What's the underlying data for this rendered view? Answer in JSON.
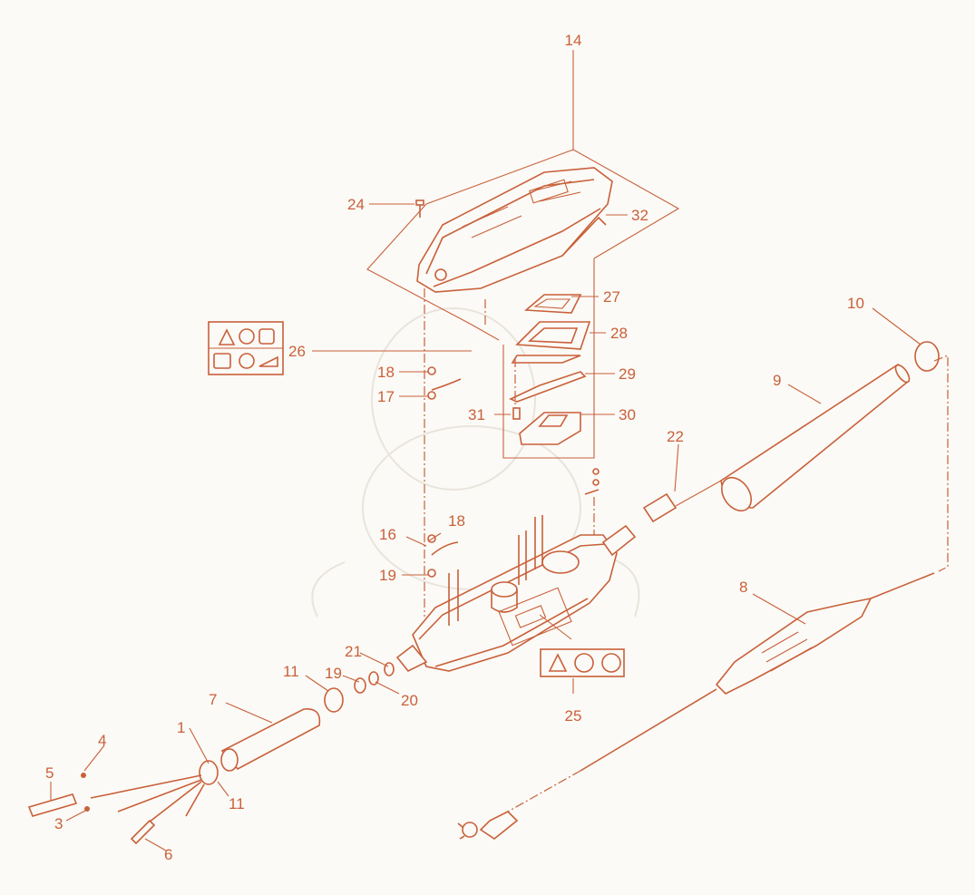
{
  "diagram": {
    "accent_color": "#c9603a",
    "background_color": "#fbfaf6",
    "callouts": [
      {
        "id": "c1",
        "text": "1"
      },
      {
        "id": "c3",
        "text": "3"
      },
      {
        "id": "c4",
        "text": "4"
      },
      {
        "id": "c5",
        "text": "5"
      },
      {
        "id": "c6",
        "text": "6"
      },
      {
        "id": "c7",
        "text": "7"
      },
      {
        "id": "c8",
        "text": "8"
      },
      {
        "id": "c9",
        "text": "9"
      },
      {
        "id": "c10",
        "text": "10"
      },
      {
        "id": "c11a",
        "text": "11"
      },
      {
        "id": "c11b",
        "text": "11"
      },
      {
        "id": "c14",
        "text": "14"
      },
      {
        "id": "c16",
        "text": "16"
      },
      {
        "id": "c17a",
        "text": "17"
      },
      {
        "id": "c17b",
        "text": "17"
      },
      {
        "id": "c18a",
        "text": "18"
      },
      {
        "id": "c18b",
        "text": "18"
      },
      {
        "id": "c19",
        "text": "19"
      },
      {
        "id": "c20",
        "text": "20"
      },
      {
        "id": "c21",
        "text": "21"
      },
      {
        "id": "c22",
        "text": "22"
      },
      {
        "id": "c24",
        "text": "24"
      },
      {
        "id": "c25",
        "text": "25"
      },
      {
        "id": "c26",
        "text": "26"
      },
      {
        "id": "c27",
        "text": "27"
      },
      {
        "id": "c28",
        "text": "28"
      },
      {
        "id": "c29",
        "text": "29"
      },
      {
        "id": "c30",
        "text": "30"
      },
      {
        "id": "c31",
        "text": "31"
      },
      {
        "id": "c32",
        "text": "32"
      }
    ],
    "warning_labels": [
      {
        "id": "label-26",
        "icons": [
          "warning-triangle-icon",
          "no-water-icon",
          "read-manual-icon",
          "shock-hazard-icon",
          "ear-protection-icon",
          "pump-icon"
        ]
      },
      {
        "id": "label-25",
        "icons": [
          "warning-triangle-icon",
          "no-water-icon",
          "ear-protection-icon"
        ]
      }
    ]
  }
}
